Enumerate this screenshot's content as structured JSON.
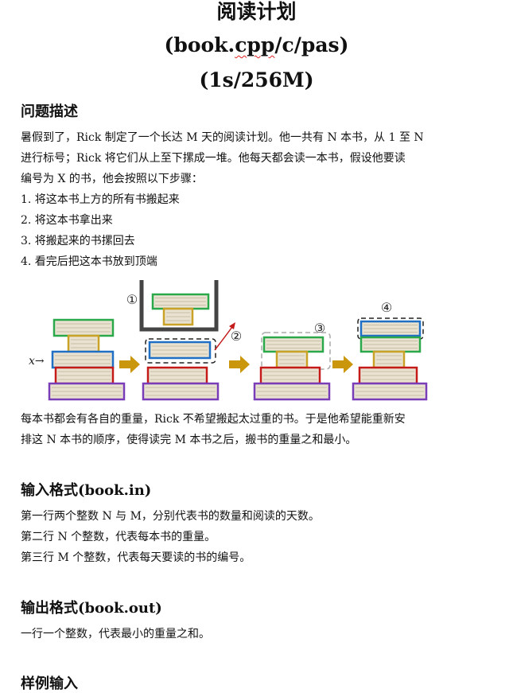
{
  "title": "阅读计划",
  "subtitle_pre": "(book.",
  "subtitle_cpp": "cpp",
  "subtitle_post": "/c/pas)",
  "limits": "(1s/256M)",
  "sections": {
    "description": {
      "heading": "问题描述",
      "lines": [
        "暑假到了，Rick 制定了一个长达 M 天的阅读计划。他一共有 N 本书，从 1 至 N",
        "进行标号；Rick 将它们从上至下摞成一堆。他每天都会读一本书，假设他要读",
        "编号为 X 的书，他会按照以下步骤："
      ],
      "steps": [
        "1. 将这本书上方的所有书搬起来",
        "2. 将这本书拿出来",
        "3. 将搬起来的书摞回去",
        "4. 看完后把这本书放到顶端"
      ],
      "after": [
        "每本书都会有各自的重量，Rick 不希望搬起太过重的书。于是他希望能重新安",
        "排这 N 本书的顺序，使得读完 M 本书之后，搬书的重量之和最小。"
      ]
    },
    "input": {
      "heading": "输入格式(book.in)",
      "lines": [
        "第一行两个整数 N 与 M，分别代表书的数量和阅读的天数。",
        "第二行 N 个整数，代表每本书的重量。",
        "第三行 M 个整数，代表每天要读的书的编号。"
      ]
    },
    "output": {
      "heading": "输出格式(book.out)",
      "lines": [
        "一行一个整数，代表最小的重量之和。"
      ]
    },
    "sample": {
      "heading": "样例输入"
    }
  },
  "figure": {
    "x_label": "x→",
    "step_marks": [
      "①",
      "②",
      "③",
      "④"
    ],
    "colors": {
      "green": "#2aa84a",
      "tan": "#c9a227",
      "blue": "#1f6fc4",
      "red": "#c41a1a",
      "purple": "#7a3db8",
      "arrow": "#c9960c",
      "pages": "#e9e2d0"
    }
  }
}
